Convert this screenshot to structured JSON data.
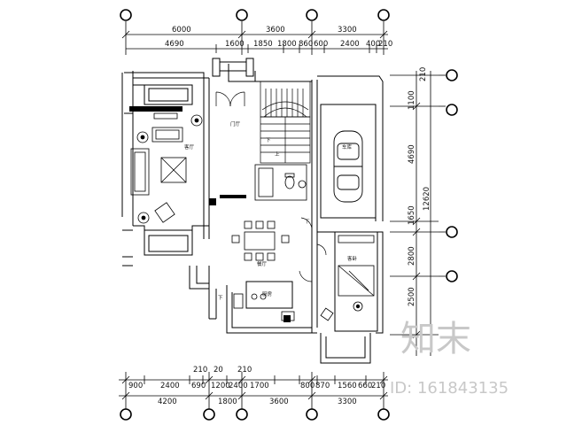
{
  "dims": {
    "top_outer": [
      "6000",
      "3600",
      "3300"
    ],
    "top_inner": [
      "4690",
      "1600",
      "1850",
      "1800",
      "860",
      "600",
      "2400",
      "400",
      "210"
    ],
    "bottom_a": [
      "210",
      "20",
      "210"
    ],
    "bottom_b": [
      "900",
      "2400",
      "690",
      "1200",
      "2400",
      "1700",
      "800",
      "870",
      "1560",
      "660",
      "210"
    ],
    "bottom_outer": [
      "4200",
      "1800",
      "3600",
      "3300"
    ],
    "right_inner": [
      "210",
      "1100",
      "4690",
      "1650",
      "2800",
      "2500"
    ],
    "right_outer": "12620"
  },
  "rooms": {
    "entry": "门厅",
    "garage": "车库",
    "living": "客厅",
    "dining": "餐厅",
    "kitchen": "厨房",
    "guest": "客卧",
    "stair_down": "下",
    "stair_up": "上"
  },
  "watermark": {
    "logo": "知末",
    "id_text": "ID: 161843135"
  },
  "colors": {
    "line": "#000000",
    "watermark": "#c8c8c8"
  }
}
